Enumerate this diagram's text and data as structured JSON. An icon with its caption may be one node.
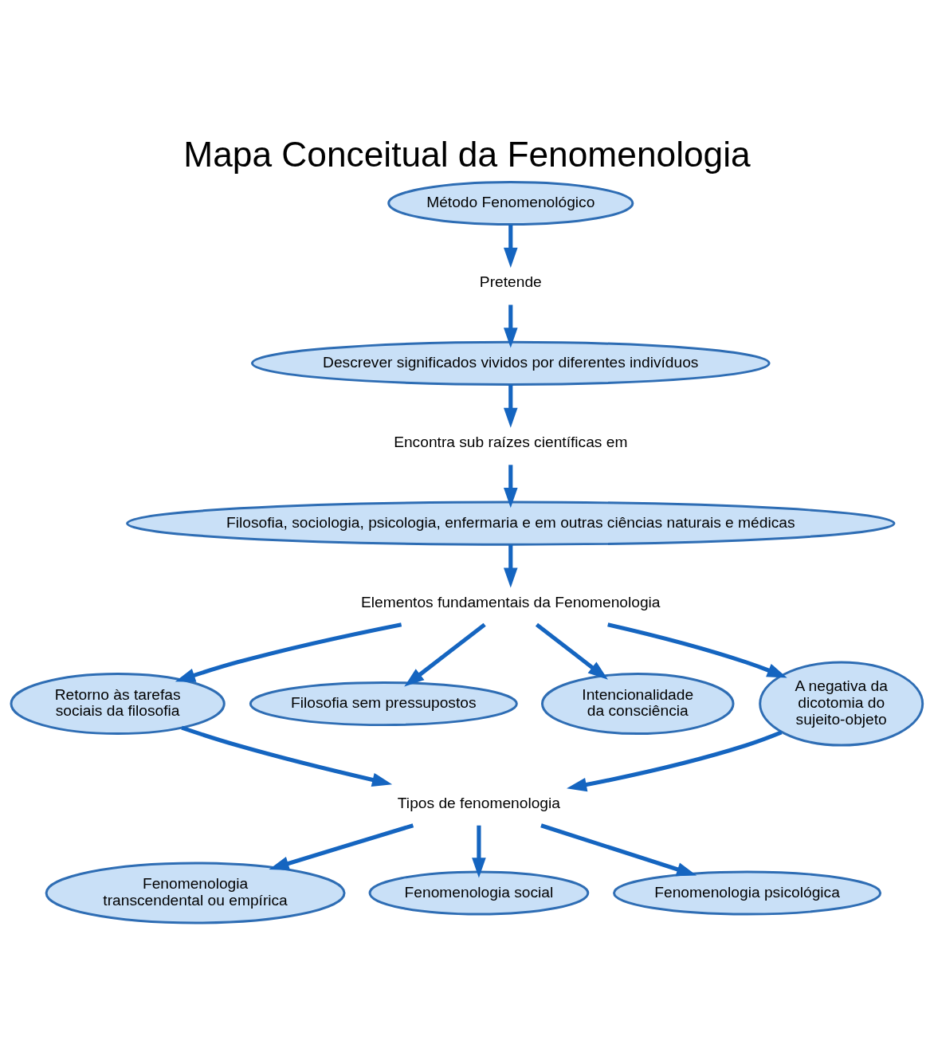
{
  "diagram": {
    "title": "Mapa Conceitual da Fenomenologia",
    "nodes": [
      {
        "text": [
          "Método Fenomenológico"
        ]
      },
      {
        "text": [
          "Pretende"
        ]
      },
      {
        "text": [
          "Descrever significados vividos por diferentes indivíduos"
        ]
      },
      {
        "text": [
          "Encontra sub raízes científicas em"
        ]
      },
      {
        "text": [
          "Filosofia, sociologia, psicologia, enfermaria e em outras ciências naturais e médicas"
        ]
      },
      {
        "text": [
          "Elementos fundamentais da Fenomenologia"
        ]
      },
      {
        "text": [
          "Retorno às tarefas sociais da filosofia"
        ]
      },
      {
        "text": [
          "Filosofia sem pressupostos"
        ]
      },
      {
        "text": [
          "Intencionalidade da consciência"
        ]
      },
      {
        "text": [
          "A negativa da dicotomia do sujeito-objeto"
        ]
      },
      {
        "text": [
          "Tipos de fenomenologia"
        ]
      },
      {
        "text": [
          "Fenomenologia transcendental ou empírica"
        ]
      },
      {
        "text": [
          "Fenomenologia social"
        ]
      },
      {
        "text": [
          "Fenomenologia psicológica"
        ]
      }
    ],
    "edges": [
      {
        "from": 0,
        "to": 1,
        "arrow": "to"
      },
      {
        "from": 1,
        "to": 2,
        "arrow": "to"
      },
      {
        "from": 2,
        "to": 3,
        "arrow": "to"
      },
      {
        "from": 3,
        "to": 4,
        "arrow": "to"
      },
      {
        "from": 4,
        "to": 5,
        "arrow": "to"
      },
      {
        "from": 5,
        "to": 6,
        "arrow": "to"
      },
      {
        "from": 5,
        "to": 7,
        "arrow": "to"
      },
      {
        "from": 5,
        "to": 8,
        "arrow": "to"
      },
      {
        "from": 5,
        "to": 9,
        "arrow": "to"
      },
      {
        "from": 6,
        "to": 10,
        "arrow": "to"
      },
      {
        "from": 9,
        "to": 10,
        "arrow": "to"
      },
      {
        "from": 10,
        "to": 11,
        "arrow": "to"
      },
      {
        "from": 10,
        "to": 12,
        "arrow": "to"
      },
      {
        "from": 10,
        "to": 13,
        "arrow": "to"
      }
    ]
  }
}
